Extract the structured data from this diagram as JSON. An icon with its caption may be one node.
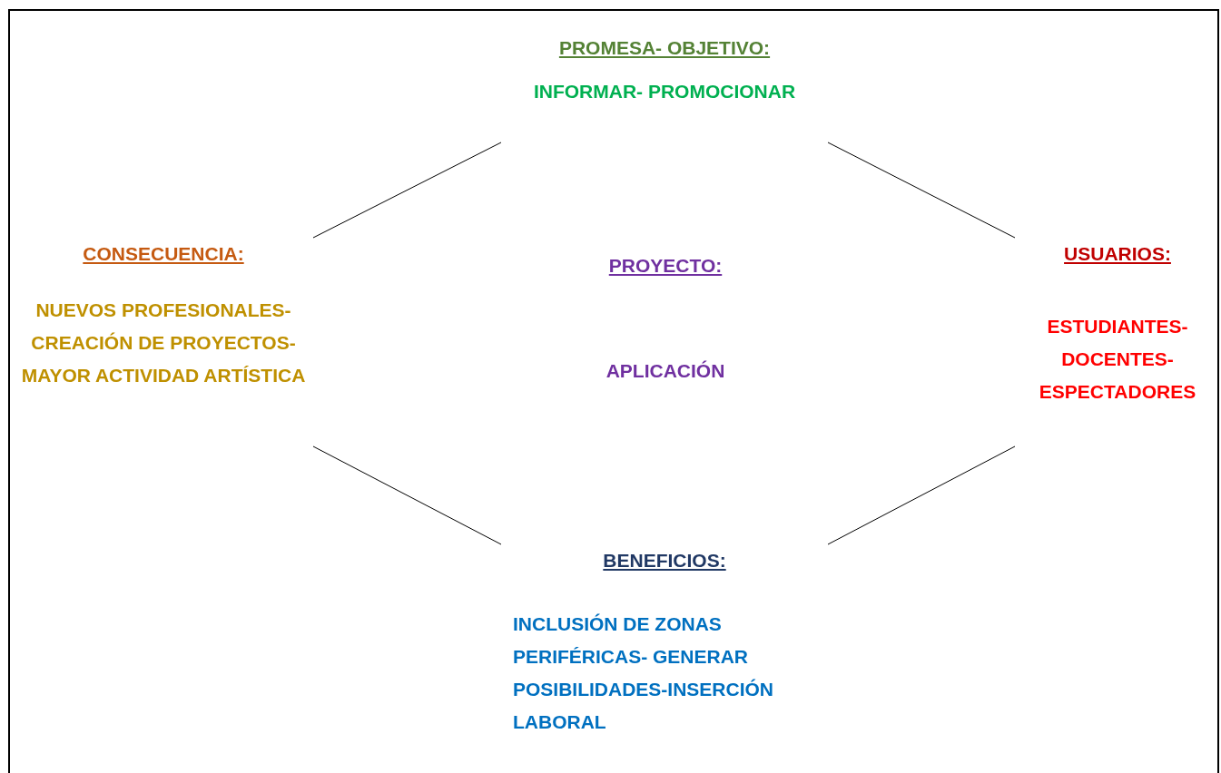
{
  "diagram": {
    "nodes": [
      {
        "text": [
          "PROMESA- OBJETIVO:",
          "INFORMAR- PROMOCIONAR"
        ]
      },
      {
        "text": [
          "CONSECUENCIA:",
          "NUEVOS PROFESIONALES- CREACIÓN DE PROYECTOS- MAYOR ACTIVIDAD ARTÍSTICA"
        ]
      },
      {
        "text": [
          "PROYECTO:",
          "APLICACIÓN"
        ]
      },
      {
        "text": [
          "USUARIOS:",
          "ESTUDIANTES- DOCENTES- ESPECTADORES"
        ]
      },
      {
        "text": [
          "BENEFICIOS:",
          "INCLUSIÓN DE ZONAS PERIFÉRICAS- GENERAR POSIBILIDADES-INSERCIÓN LABORAL"
        ]
      }
    ],
    "edges": [
      {
        "from": 0,
        "to": 1,
        "arrow": "none"
      },
      {
        "from": 0,
        "to": 3,
        "arrow": "none"
      },
      {
        "from": 1,
        "to": 4,
        "arrow": "none"
      },
      {
        "from": 3,
        "to": 4,
        "arrow": "none"
      }
    ]
  }
}
